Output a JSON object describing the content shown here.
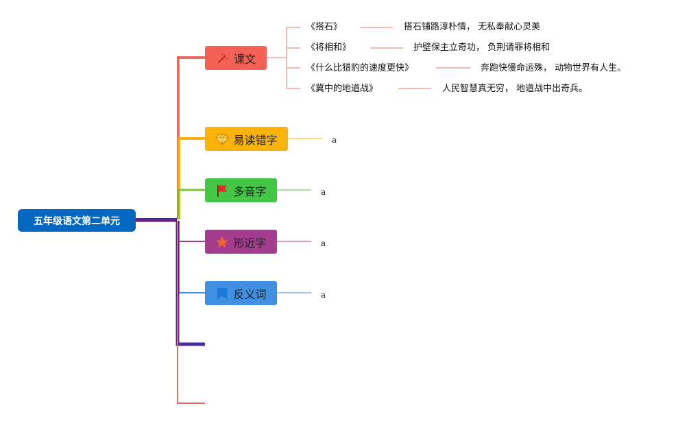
{
  "root": {
    "label": "五年级语文第二单元",
    "color": "#0468c0"
  },
  "branches": [
    {
      "label": "课文",
      "icon": "magic-wand-icon",
      "color": "#f46255",
      "children": [
        {
          "title": "《搭石》",
          "text": "搭石铺路淳朴情，  无私奉献心灵美"
        },
        {
          "title": "《将相和》",
          "text": "护壁保主立奇功，  负荆请罪将相和"
        },
        {
          "title": "《什么比猎豹的速度更快》",
          "text": "奔跑快慢命运殊，  动物世界有人生。"
        },
        {
          "title": "《冀中的地道战》",
          "text": "人民智慧真无穷，  地道战中出奇兵。"
        }
      ]
    },
    {
      "label": "易读错字",
      "icon": "diamond-icon",
      "color": "#fbb30a",
      "leaf": "a"
    },
    {
      "label": "多音字",
      "icon": "flag-icon",
      "color": "#43c644",
      "leaf": "a"
    },
    {
      "label": "形近字",
      "icon": "star-icon",
      "color": "#a43d8d",
      "leaf": "a"
    },
    {
      "label": "反义词",
      "icon": "bookmark-icon",
      "color": "#3f8fe3",
      "leaf": "a"
    }
  ],
  "extra_branch_colors": [
    "#4a2b98",
    "#e66b61"
  ]
}
